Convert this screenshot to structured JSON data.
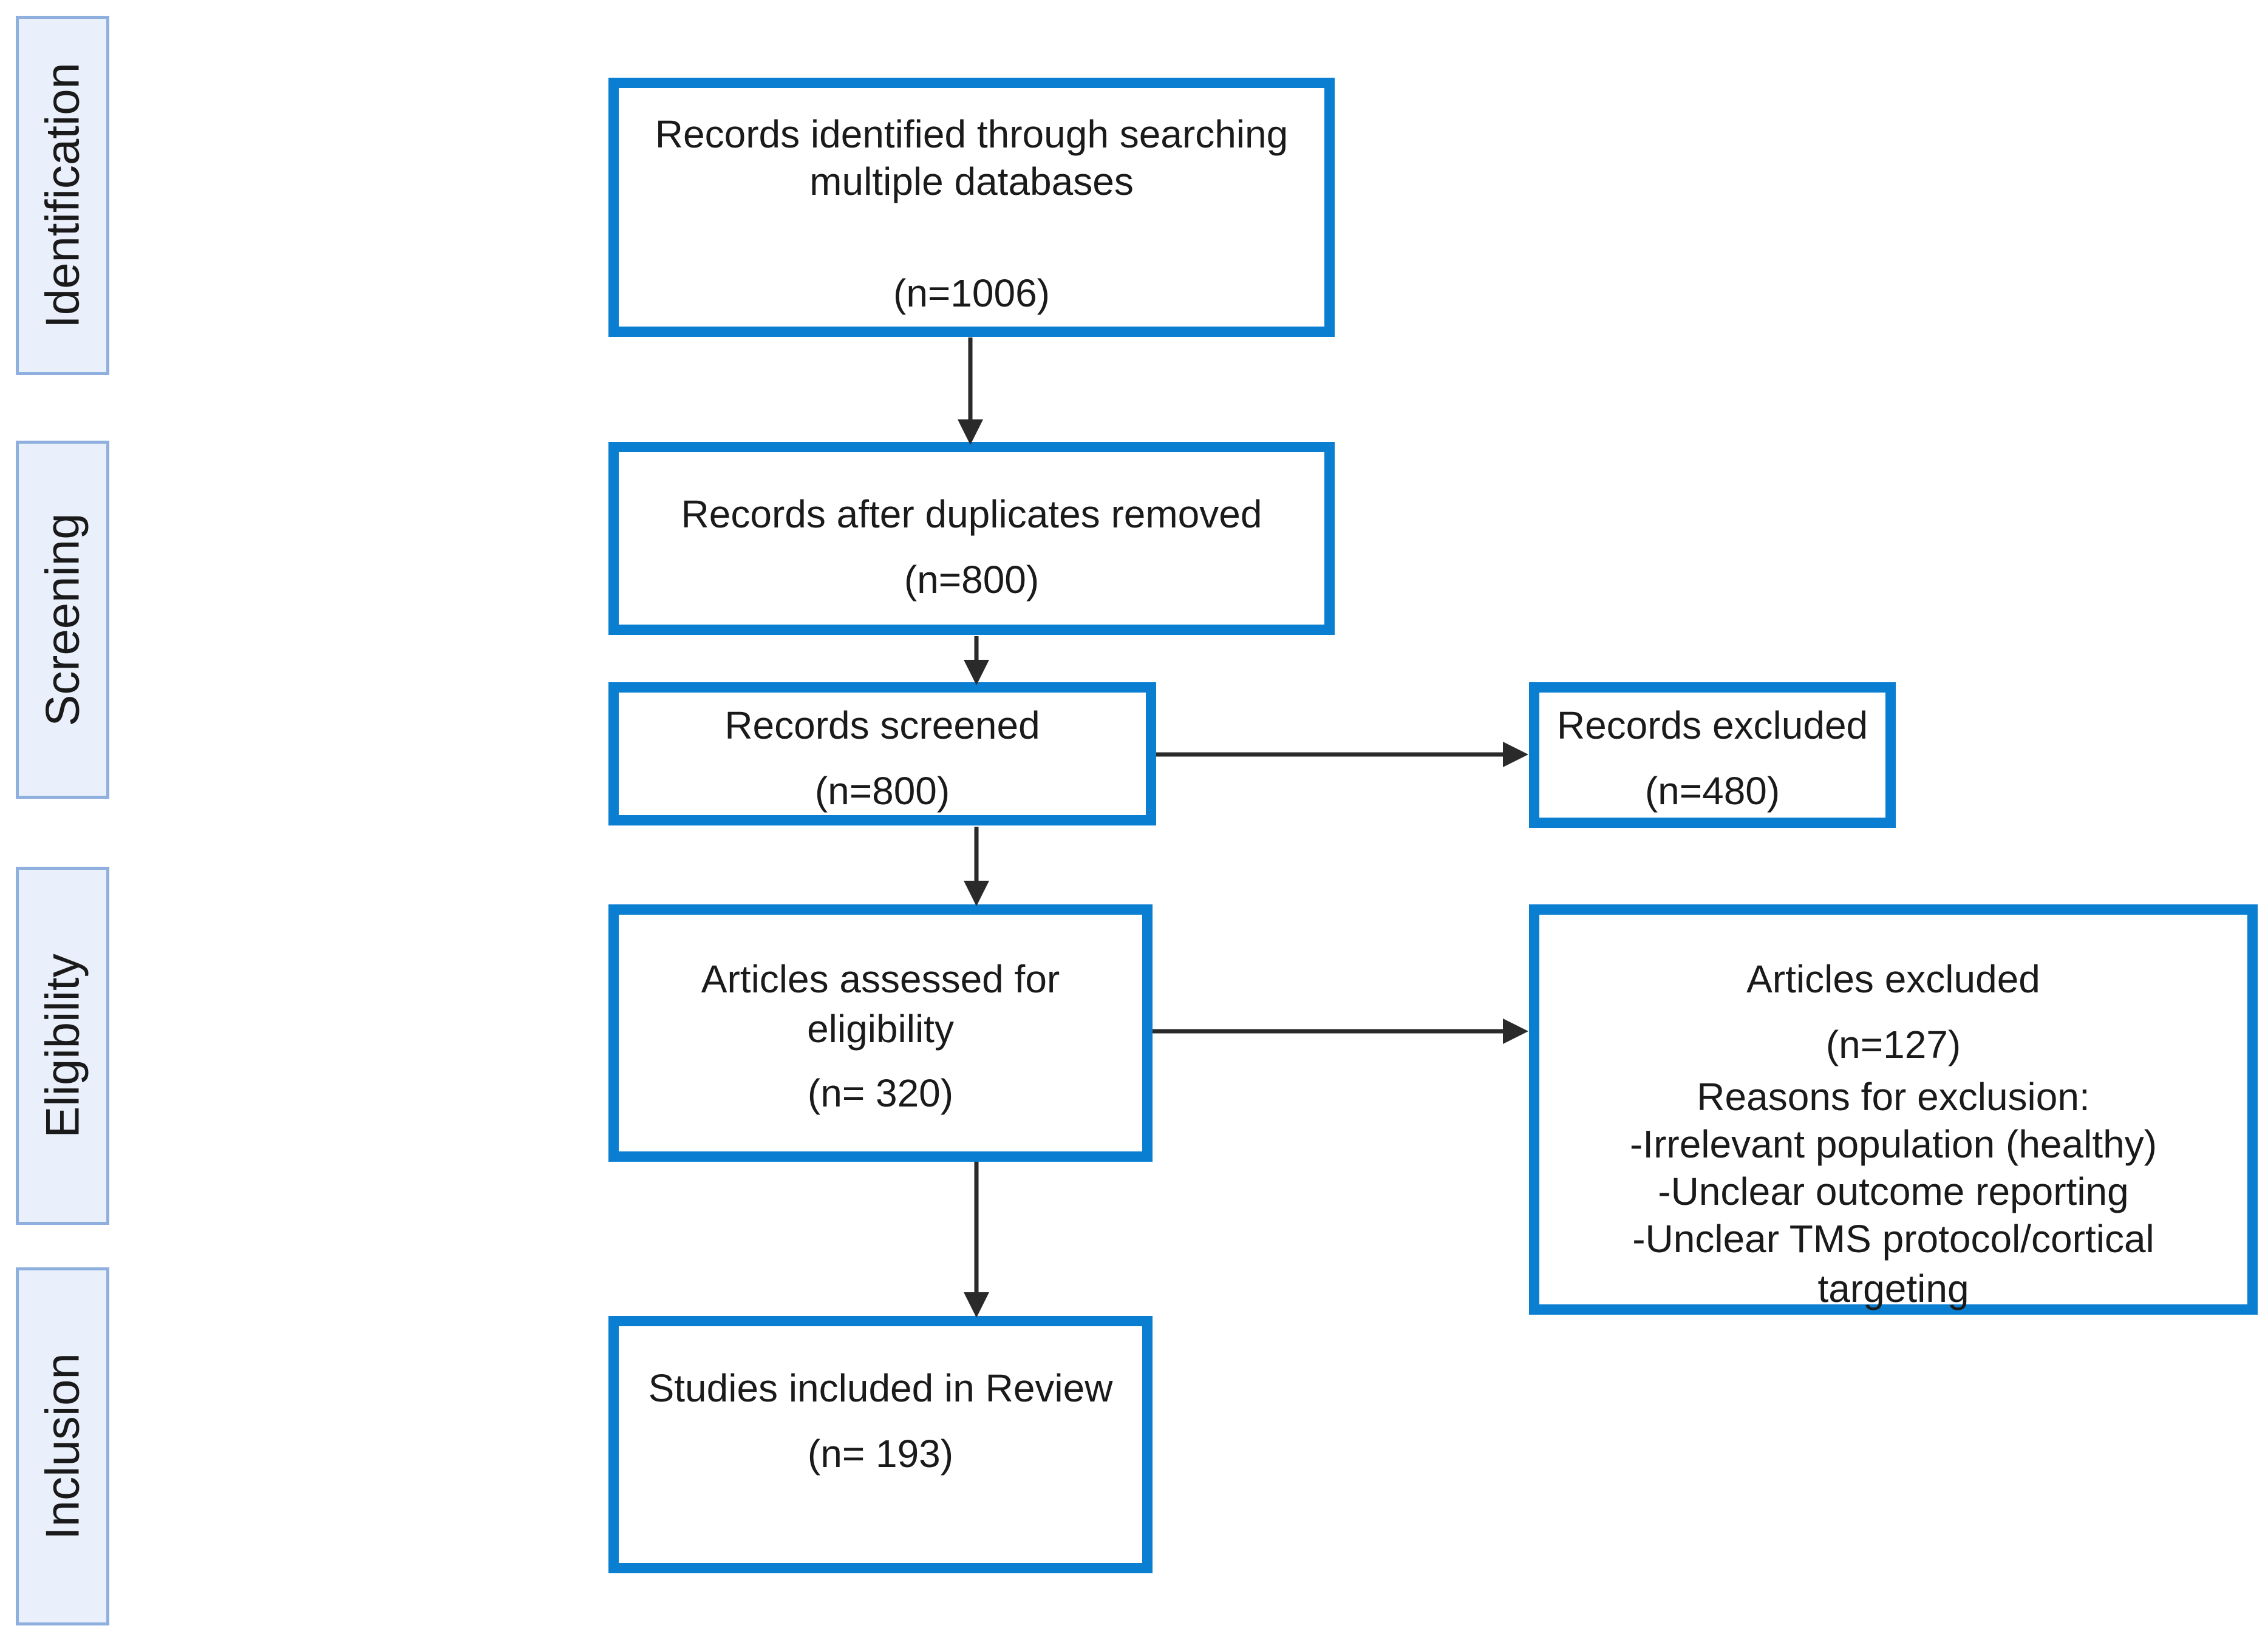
{
  "stages": {
    "identification": "Identification",
    "screening": "Screening",
    "eligibility": "Eligibility",
    "inclusion": "Inclusion"
  },
  "boxes": {
    "identified": {
      "line1": "Records identified through searching",
      "line2": "multiple databases",
      "count": "(n=1006)"
    },
    "deduplicated": {
      "label": "Records after duplicates removed",
      "count": "(n=800)"
    },
    "screened": {
      "label": "Records screened",
      "count": "(n=800)"
    },
    "records_excluded": {
      "label": "Records excluded",
      "count": "(n=480)"
    },
    "assessed": {
      "line1": "Articles assessed for",
      "line2": "eligibility",
      "count": "(n= 320)"
    },
    "articles_excluded": {
      "label": "Articles excluded",
      "count": "(n=127)",
      "reasons_title": "Reasons for exclusion:",
      "reasons": [
        "-Irrelevant population (healthy)",
        "-Unclear outcome reporting",
        "-Unclear TMS protocol/cortical",
        "targeting"
      ]
    },
    "included": {
      "label": "Studies included in Review",
      "count": "(n= 193)"
    }
  },
  "colors": {
    "box_border": "#0a7ed1",
    "stage_fill": "#e9f0fb",
    "stage_border": "#8fb0de",
    "arrow": "#2a2a2a"
  }
}
